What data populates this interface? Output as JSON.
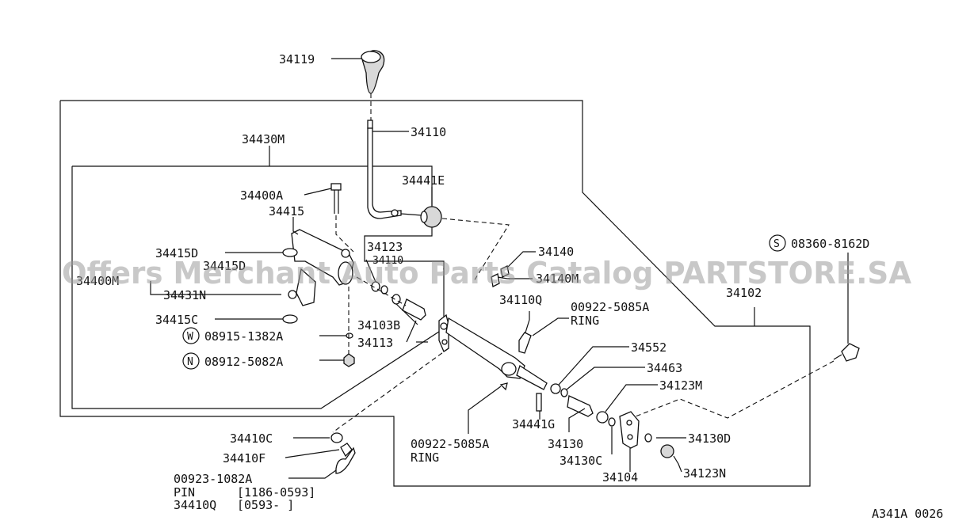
{
  "labels": {
    "p34119": "34119",
    "p34110": "34110",
    "p34430M": "34430M",
    "p34441E": "34441E",
    "p34400A": "34400A",
    "p34415": "34415",
    "p34123": "34123",
    "p34140": "34140",
    "p34415D": "34415D",
    "p34415D_hidden": "34415D",
    "p34110_hidden": "34110",
    "p34400M": "34400M",
    "p34140M": "34140M",
    "p34431N": "34431N",
    "p34110Q": "34110Q",
    "p00922_top": "00922-5085A",
    "ring_top": "RING",
    "p34102": "34102",
    "p34415C": "34415C",
    "p34103B": "34103B",
    "p08915": "08915-1382A",
    "p34113": "34113",
    "p08912": "08912-5082A",
    "p08360": "08360-8162D",
    "p34552": "34552",
    "p34463": "34463",
    "p34123M": "34123M",
    "p34441G": "34441G",
    "p34130": "34130",
    "p00922_bot": "00922-5085A",
    "ring_bot": "RING",
    "p34130C": "34130C",
    "p34130D": "34130D",
    "p34104": "34104",
    "p34123N": "34123N",
    "p34410C": "34410C",
    "p34410F": "34410F",
    "p00923": "00923-1082A",
    "pin": "PIN",
    "pin_range": "[1186-0593]",
    "p34410Q": "34410Q",
    "q_range": "[0593-    ]",
    "sym_W": "W",
    "sym_N": "N",
    "sym_S": "S"
  },
  "watermark": "Offers Merchant Auto Parts Catalog PARTSTORE.SA",
  "diagram_code": "A341A 0026"
}
